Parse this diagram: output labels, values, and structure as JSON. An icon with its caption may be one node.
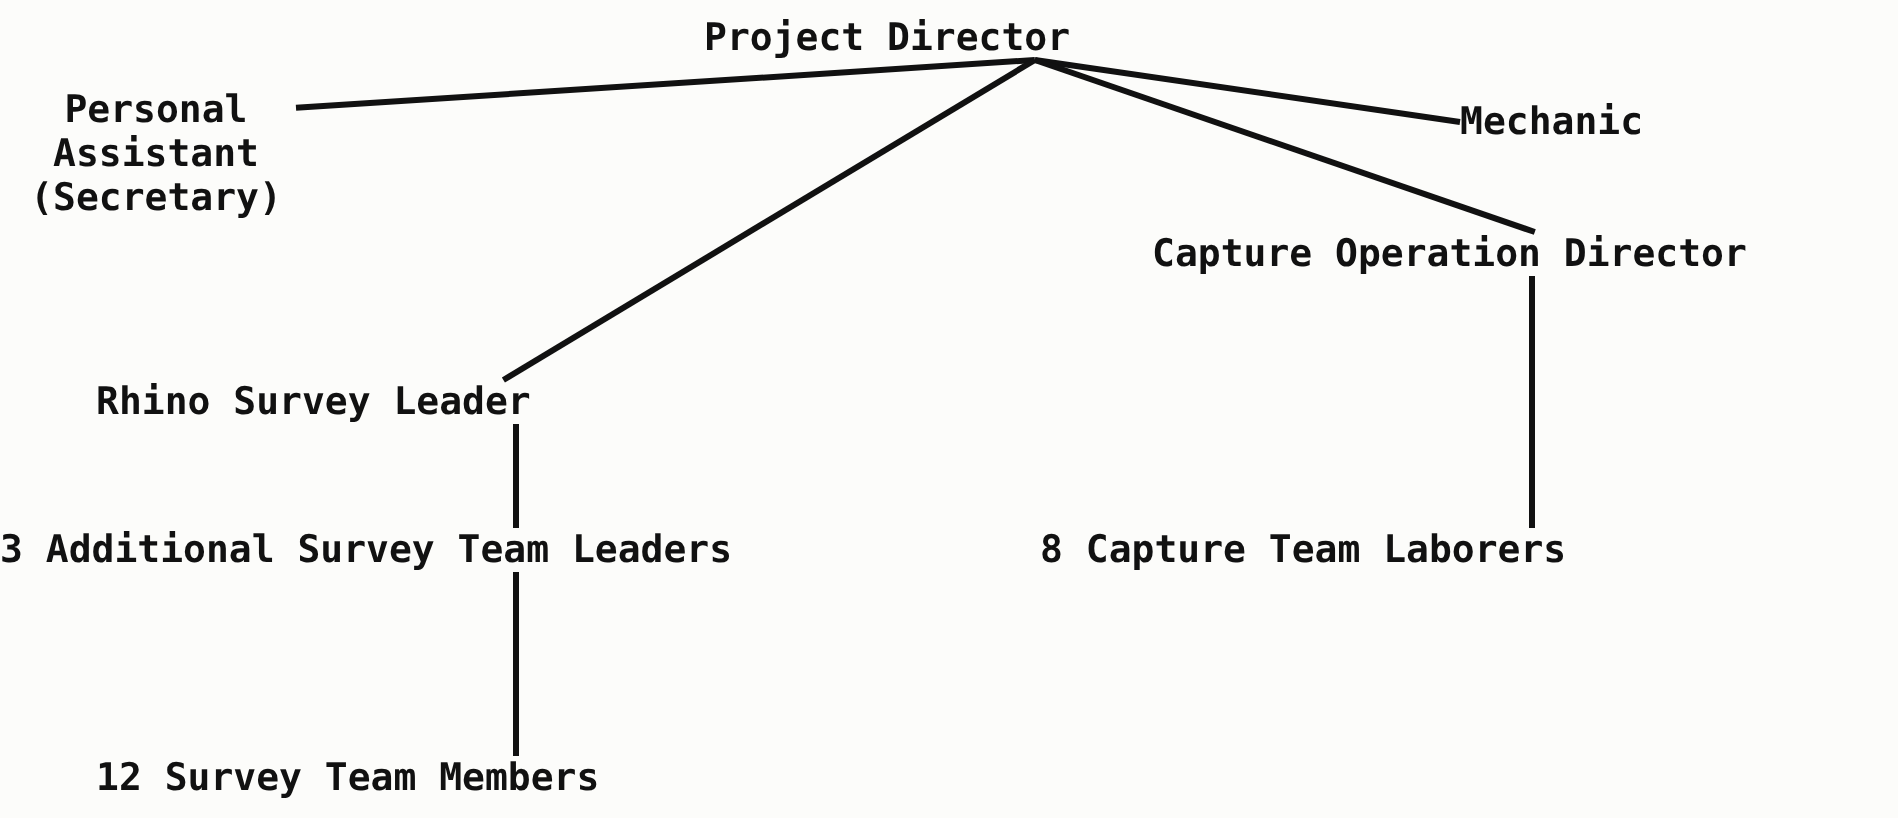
{
  "diagram": {
    "nodes": [
      {
        "text": [
          "Project Director"
        ]
      },
      {
        "text": [
          "Personal Assistant (Secretary)"
        ]
      },
      {
        "text": [
          "Mechanic"
        ]
      },
      {
        "text": [
          "Capture Operation Director"
        ]
      },
      {
        "text": [
          "Rhino Survey Leader"
        ]
      },
      {
        "text": [
          "3 Additional Survey Team Leaders"
        ]
      },
      {
        "text": [
          "8 Capture Team Laborers"
        ]
      },
      {
        "text": [
          "12 Survey Team Members"
        ]
      }
    ],
    "edges": [
      {
        "from": 0,
        "to": 1,
        "arrow": "none"
      },
      {
        "from": 0,
        "to": 2,
        "arrow": "none"
      },
      {
        "from": 0,
        "to": 3,
        "arrow": "none"
      },
      {
        "from": 0,
        "to": 4,
        "arrow": "none"
      },
      {
        "from": 4,
        "to": 5,
        "arrow": "none"
      },
      {
        "from": 5,
        "to": 7,
        "arrow": "none"
      },
      {
        "from": 3,
        "to": 6,
        "arrow": "none"
      }
    ]
  }
}
